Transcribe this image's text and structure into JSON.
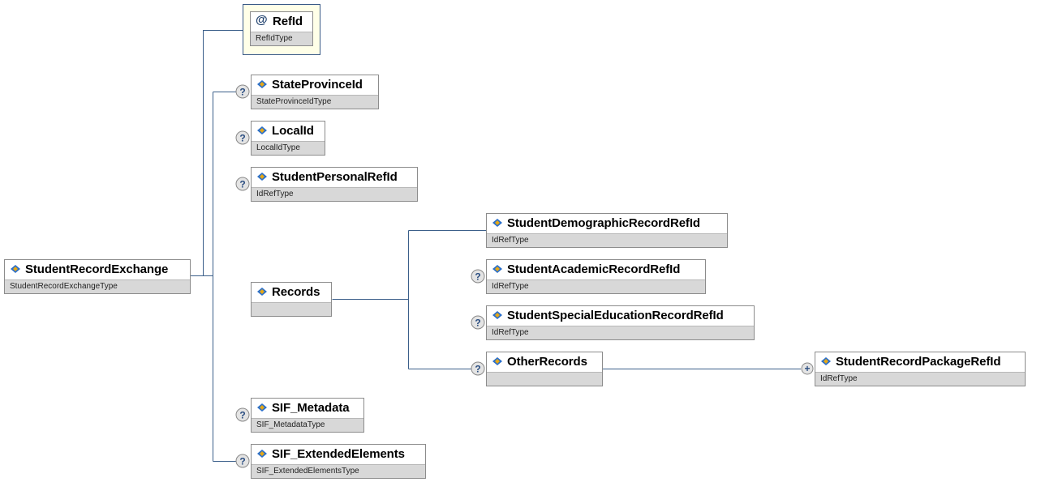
{
  "diagram": {
    "root": {
      "name": "StudentRecordExchange",
      "type": "StudentRecordExchangeType"
    },
    "attribute": {
      "symbol": "@",
      "name": "RefId",
      "type": "RefIdType"
    },
    "children": [
      {
        "name": "StateProvinceId",
        "type": "StateProvinceIdType",
        "optional": true
      },
      {
        "name": "LocalId",
        "type": "LocalIdType",
        "optional": true
      },
      {
        "name": "StudentPersonalRefId",
        "type": "IdRefType",
        "optional": true
      },
      {
        "name": "Records",
        "type": "",
        "optional": false
      },
      {
        "name": "SIF_Metadata",
        "type": "SIF_MetadataType",
        "optional": true
      },
      {
        "name": "SIF_ExtendedElements",
        "type": "SIF_ExtendedElementsType",
        "optional": true
      }
    ],
    "records_children": [
      {
        "name": "StudentDemographicRecordRefId",
        "type": "IdRefType",
        "optional": false
      },
      {
        "name": "StudentAcademicRecordRefId",
        "type": "IdRefType",
        "optional": true
      },
      {
        "name": "StudentSpecialEducationRecordRefId",
        "type": "IdRefType",
        "optional": true
      },
      {
        "name": "OtherRecords",
        "type": "",
        "optional": true
      }
    ],
    "other_records_child": {
      "name": "StudentRecordPackageRefId",
      "type": "IdRefType",
      "repeatable": true
    },
    "optional_marker": "?",
    "repeat_marker": "+",
    "colors": {
      "line": "#3b5f8a",
      "box_border": "#8c8c8c",
      "type_bar": "#d8d8d8",
      "attr_fill": "#ffffe8",
      "icon_blue": "#2a6fc9",
      "icon_gold": "#e6a817"
    }
  }
}
